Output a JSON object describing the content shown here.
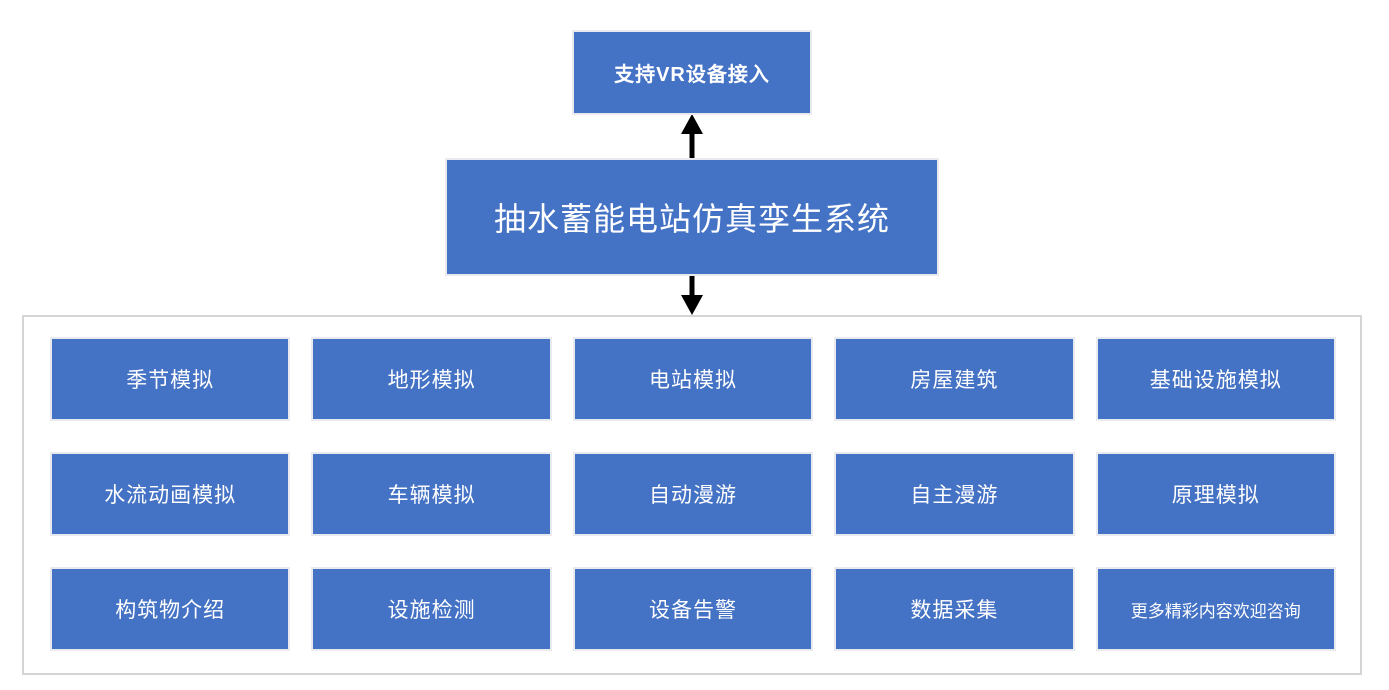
{
  "diagram": {
    "top_box": {
      "label": "支持VR设备接入"
    },
    "main_box": {
      "label": "抽水蓄能电站仿真孪生系统"
    },
    "modules": [
      "季节模拟",
      "地形模拟",
      "电站模拟",
      "房屋建筑",
      "基础设施模拟",
      "水流动画模拟",
      "车辆模拟",
      "自动漫游",
      "自主漫游",
      "原理模拟",
      "构筑物介绍",
      "设施检测",
      "设备告警",
      "数据采集",
      "更多精彩内容欢迎咨询"
    ],
    "colors": {
      "box_fill": "#4472C4",
      "box_border": "#E8EAEF",
      "container_border": "#D5D5D5",
      "arrow": "#000000",
      "text": "#FFFFFF",
      "background": "#FFFFFF"
    }
  }
}
